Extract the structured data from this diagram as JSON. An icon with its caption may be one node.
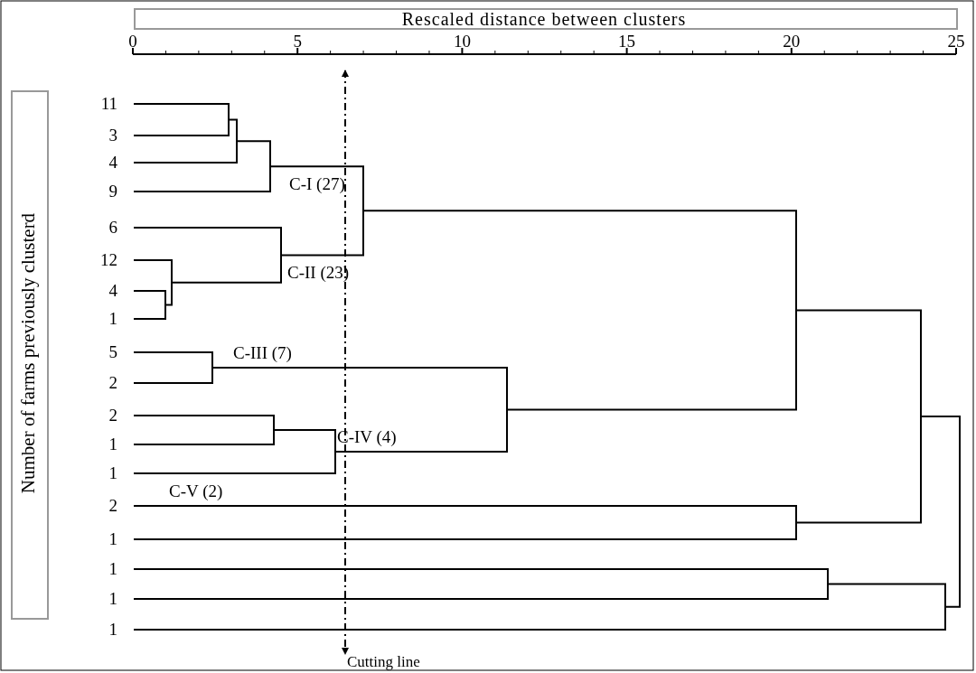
{
  "diagram": {
    "title": "Rescaled distance between clusters",
    "labels": [
      "0",
      "5",
      "10",
      "15",
      "20",
      "25",
      "11",
      "3",
      "4",
      "9",
      "6",
      "12",
      "4",
      "1",
      "5",
      "2",
      "2",
      "1",
      "1",
      "2",
      "1",
      "1",
      "1",
      "1",
      "C-I (27)",
      "C-II (23)",
      "C-III (7)",
      "C-IV (4)",
      "C-V (2)",
      "Number of farms previously clusterd",
      "Cutting line"
    ]
  }
}
